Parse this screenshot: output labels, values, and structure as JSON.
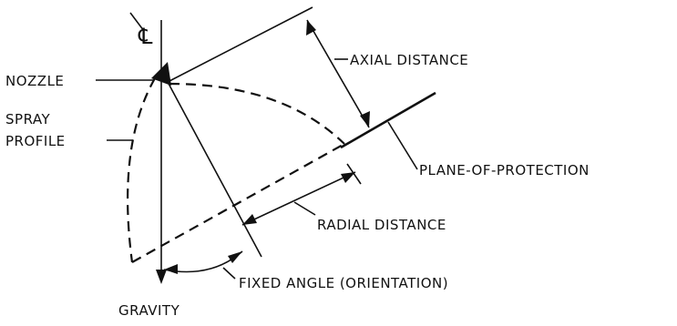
{
  "labels": {
    "centerline_symbol": "℄",
    "nozzle": "NOZZLE",
    "spray_profile_line1": "SPRAY",
    "spray_profile_line2": "PROFILE",
    "axial_distance": "AXIAL DISTANCE",
    "plane_of_protection": "PLANE-OF-PROTECTION",
    "radial_distance": "RADIAL DISTANCE",
    "fixed_angle": "FIXED ANGLE (ORIENTATION)",
    "gravity": "GRAVITY"
  },
  "colors": {
    "ink": "#111111",
    "background": "#ffffff"
  }
}
